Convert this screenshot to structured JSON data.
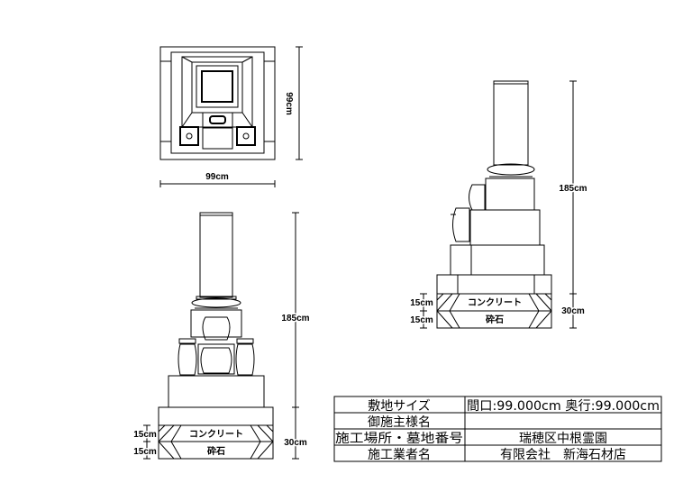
{
  "plan_view": {
    "width_label": "99cm",
    "depth_label": "99cm"
  },
  "front_view": {
    "height_label": "185cm",
    "foundation_label": "30cm",
    "concrete_label": "15cm",
    "gravel_label": "15cm",
    "concrete_text": "コンクリート",
    "gravel_text": "砕石"
  },
  "side_view": {
    "height_label": "185cm",
    "foundation_label": "30cm",
    "concrete_label": "15cm",
    "gravel_label": "15cm",
    "concrete_text": "コンクリート",
    "gravel_text": "砕石"
  },
  "title_block": {
    "rows": [
      {
        "label": "敷地サイズ",
        "value": "間口:99.000cm 奥行:99.000cm"
      },
      {
        "label": "御施主様名",
        "value": ""
      },
      {
        "label": "施工場所・墓地番号",
        "value": "瑞穂区中根霊園"
      },
      {
        "label": "施工業者名",
        "value": "有限会社　新海石材店"
      }
    ]
  }
}
